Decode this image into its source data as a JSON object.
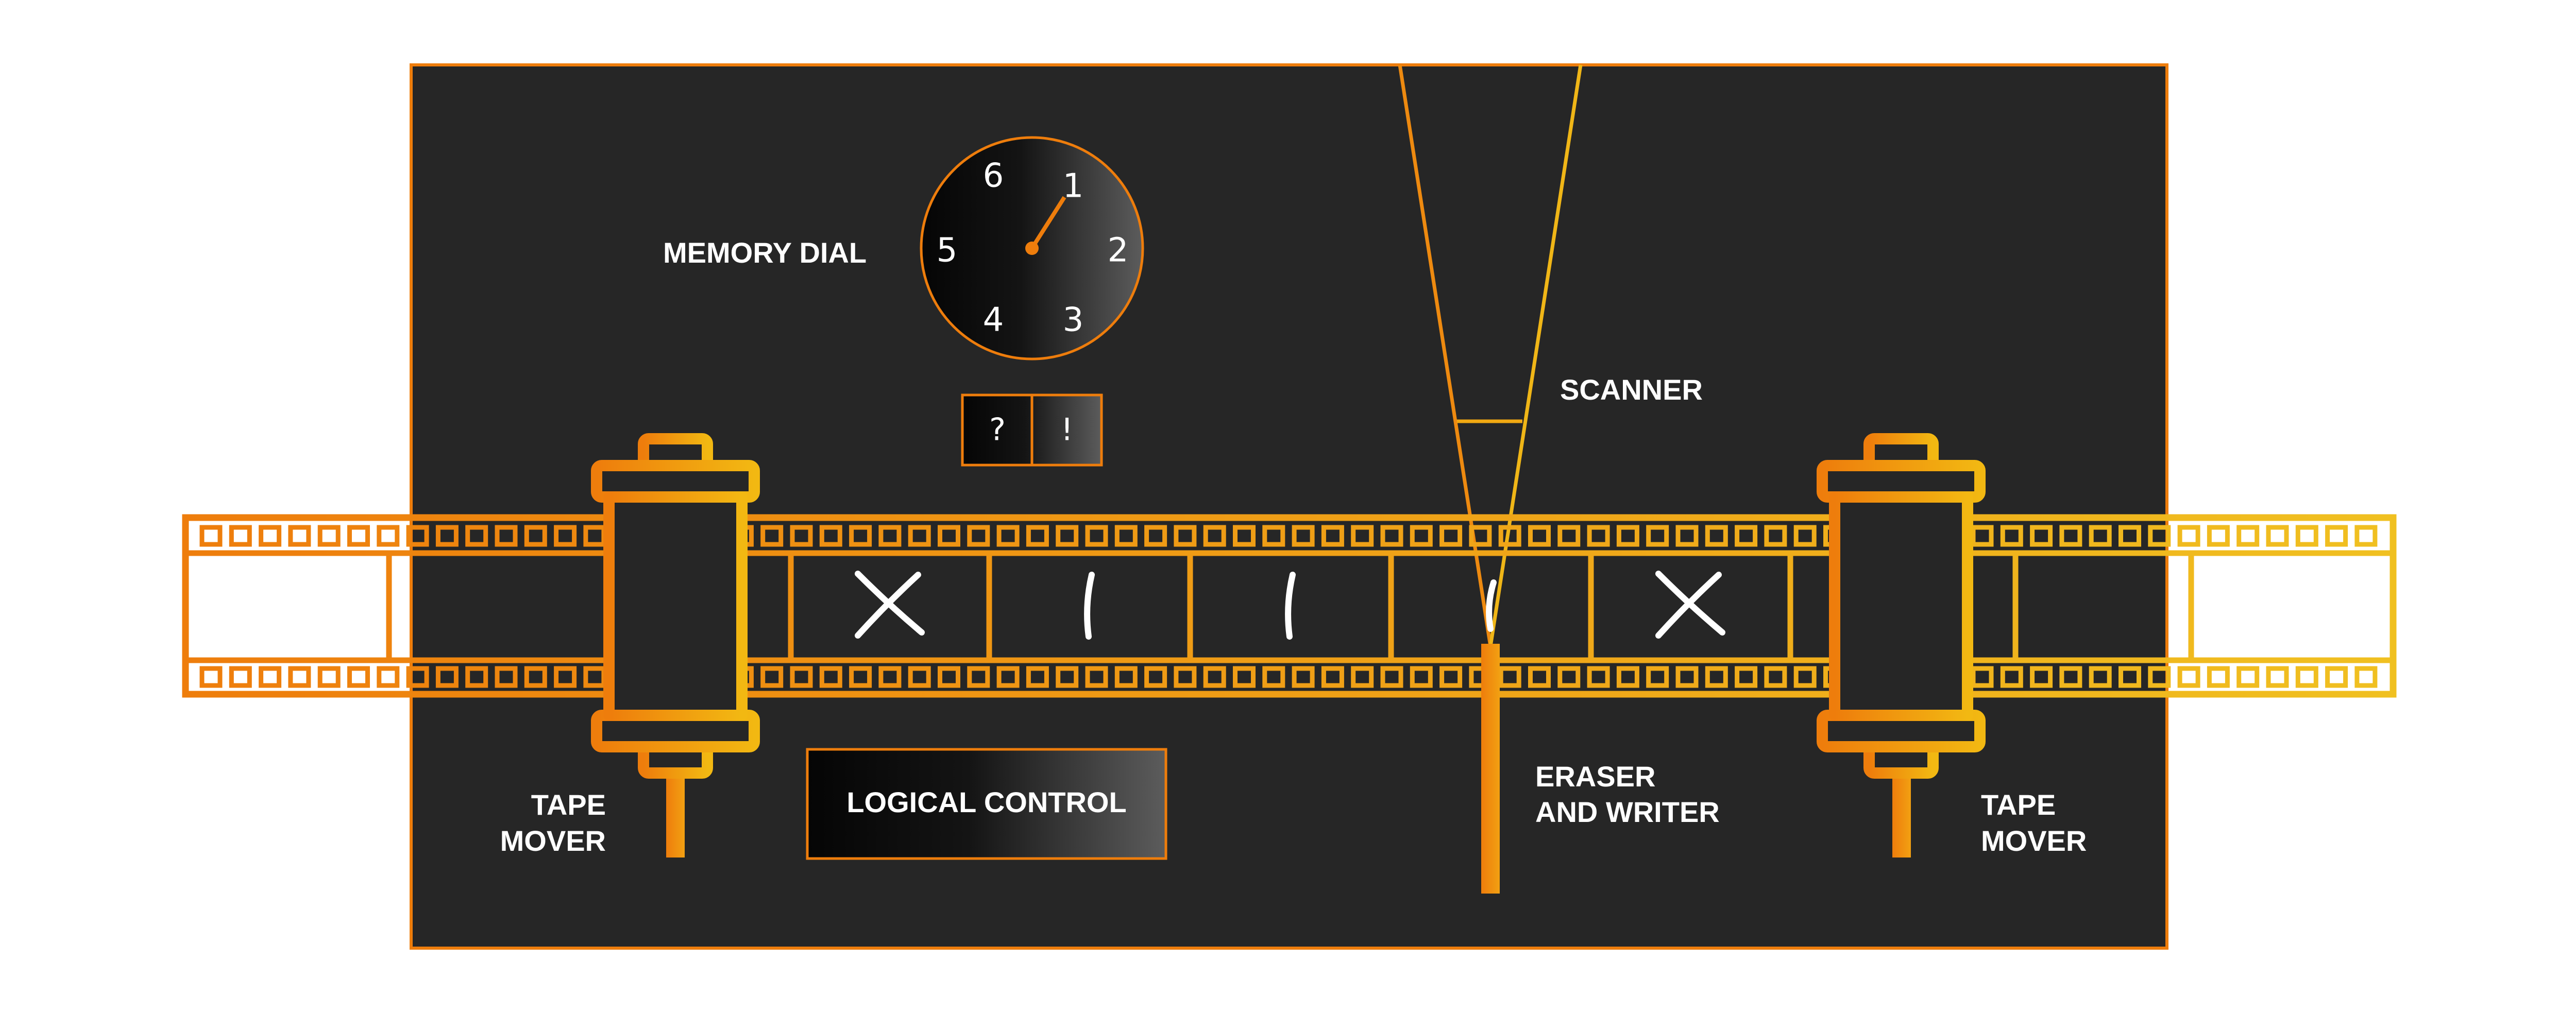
{
  "labels": {
    "memory_dial": "MEMORY DIAL",
    "scanner": "SCANNER",
    "tape_mover_left_1": "TAPE",
    "tape_mover_left_2": "MOVER",
    "tape_mover_right_1": "TAPE",
    "tape_mover_right_2": "MOVER",
    "logical_control": "LOGICAL CONTROL",
    "eraser_1": "ERASER",
    "eraser_2": "AND WRITER"
  },
  "dial": {
    "numbers": [
      "1",
      "2",
      "3",
      "4",
      "5",
      "6"
    ],
    "pointer_at": "1"
  },
  "buttons": {
    "question": "?",
    "exclaim": "!"
  },
  "tape": {
    "symbols": [
      "X",
      "/",
      "/",
      "/",
      "X"
    ]
  },
  "colors": {
    "panel": "#262626",
    "orange": "#ee7d0c",
    "yellow": "#f0b617",
    "text": "#ffffff"
  }
}
